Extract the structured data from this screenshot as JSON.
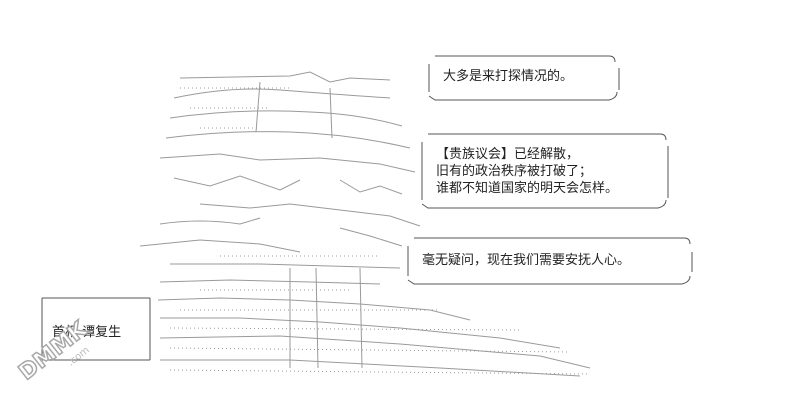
{
  "bubbles": [
    {
      "lines": [
        "大多是来打探情况的。"
      ]
    },
    {
      "lines": [
        "【贵族议会】已经解散，",
        "旧有的政治秩序被打破了；",
        "谁都不知道国家的明天会怎样。"
      ]
    },
    {
      "lines": [
        "毫无疑问，现在我们需要安抚人心。"
      ]
    }
  ],
  "name_label": "首相·谭复生",
  "watermark_text": "DMMK.com"
}
